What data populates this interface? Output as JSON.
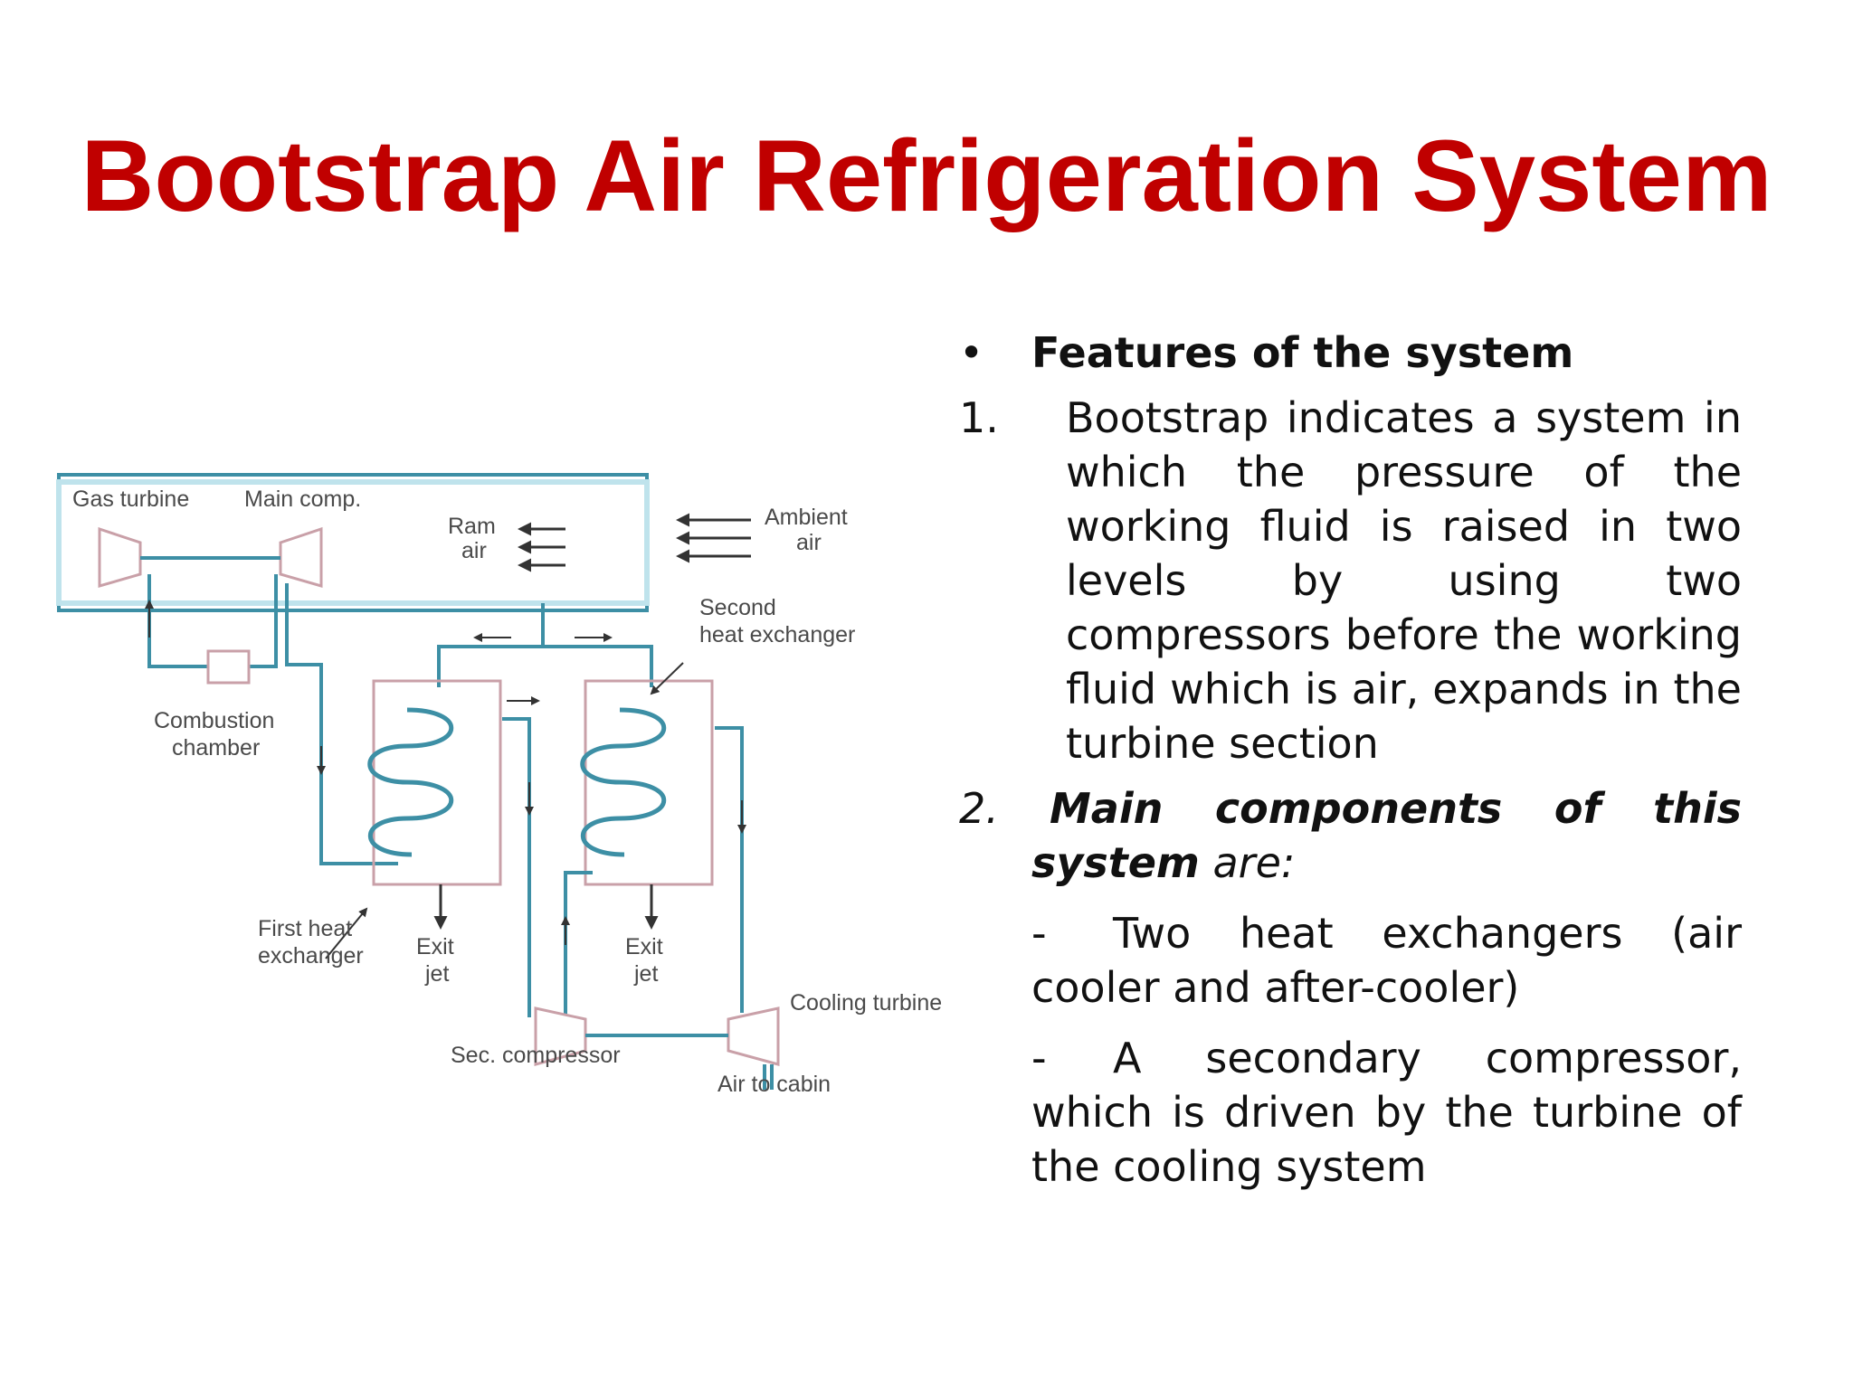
{
  "slide": {
    "title": "Bootstrap Air Refrigeration System"
  },
  "diagram": {
    "labels": {
      "gas_turbine": "Gas turbine",
      "main_comp": "Main comp.",
      "ram": "Ram",
      "air": "air",
      "ambient": "Ambient",
      "ambient_air": "air",
      "second": "Second",
      "heat_exchanger": "heat exchanger",
      "combustion": "Combustion",
      "chamber": "chamber",
      "first_heat": "First heat",
      "exchanger": "exchanger",
      "exit1": "Exit",
      "jet1": "jet",
      "exit2": "Exit",
      "jet2": "jet",
      "cooling_turbine": "Cooling turbine",
      "sec_compressor": "Sec. compressor",
      "air_to_cabin": "Air to cabin"
    },
    "colors": {
      "pipe": "#3d8fa5",
      "pipe_light": "#bfe3ec",
      "box": "#c9a0a8",
      "arrow": "#333333"
    }
  },
  "features": {
    "bullet": "•",
    "heading": "Features of the system",
    "item1_number": "1.",
    "item1_text": "Bootstrap indicates a system in which the pressure of the working fluid is raised in two levels by using two compressors before the working fluid which is air, expands in the turbine section",
    "item2_number": "2.",
    "item2_bold": "Main components of this system",
    "item2_rest": " are:",
    "sub1_dash": "-",
    "sub1_text": "Two heat exchangers (air cooler and after-cooler)",
    "sub2_dash": "-",
    "sub2_text": "A secondary compressor, which is driven by the turbine of the cooling system"
  }
}
